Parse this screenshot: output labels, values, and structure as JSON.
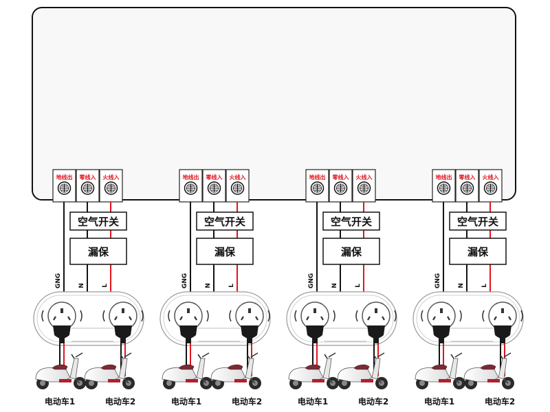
{
  "terminals": [
    "地线出",
    "零线入",
    "火线入"
  ],
  "breaker_label": "空气开关",
  "rcd_label": "漏保",
  "wire_labels": [
    "GNG",
    "N",
    "L"
  ],
  "vehicles": [
    "电动车1",
    "电动车2"
  ],
  "channel_count": 4,
  "colors": {
    "live_wire": "#e0141e",
    "neutral_wire": "#111111",
    "ground_wire": "#111111",
    "terminal_text": "#e0141e",
    "enclosure_fill": "#f8f8f8"
  },
  "icons": [
    "terminal-screw-icon",
    "socket-icon",
    "plug-icon",
    "scooter-icon"
  ]
}
